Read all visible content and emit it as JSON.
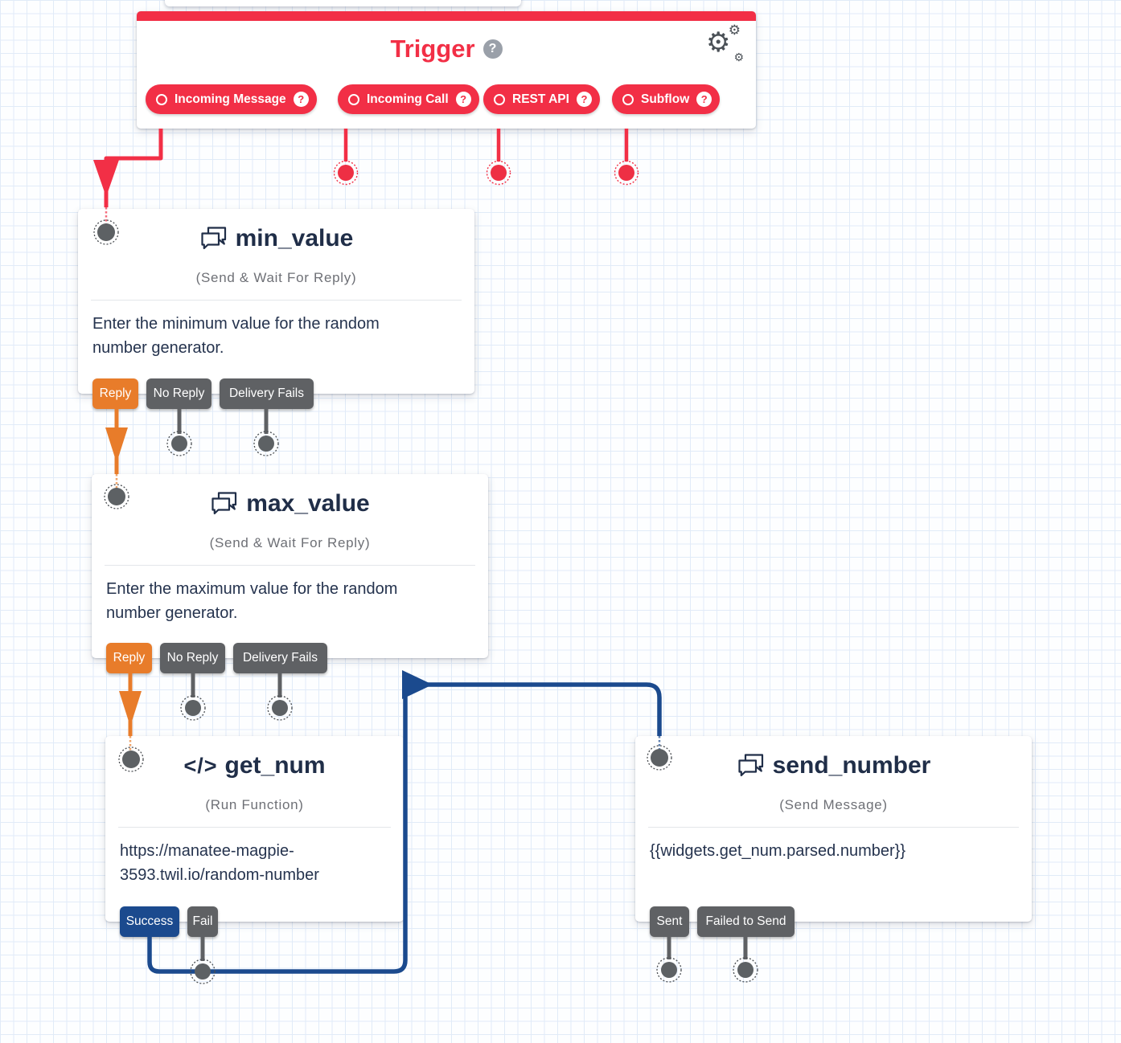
{
  "colors": {
    "red": "#f22f46",
    "orange": "#e87c2a",
    "blue": "#1b4a8e",
    "gray": "#5f6164",
    "navy": "#202e48"
  },
  "trigger": {
    "title": "Trigger",
    "help_glyph": "?",
    "gear_icon": "settings-gears",
    "pills": [
      {
        "label": "Incoming Message",
        "help": "?"
      },
      {
        "label": "Incoming Call",
        "help": "?"
      },
      {
        "label": "REST API",
        "help": "?"
      },
      {
        "label": "Subflow",
        "help": "?"
      }
    ]
  },
  "widgets": {
    "min_value": {
      "name": "min_value",
      "type_label": "(Send & Wait For Reply)",
      "icon": "chat-bubbles-icon",
      "body": "Enter the minimum value for the random number generator.",
      "buttons": [
        {
          "label": "Reply",
          "color": "#e87c2a"
        },
        {
          "label": "No Reply",
          "color": "#5f6164"
        },
        {
          "label": "Delivery Fails",
          "color": "#5f6164"
        }
      ]
    },
    "max_value": {
      "name": "max_value",
      "type_label": "(Send & Wait For Reply)",
      "icon": "chat-bubbles-icon",
      "body": "Enter the maximum value for the random number generator.",
      "buttons": [
        {
          "label": "Reply",
          "color": "#e87c2a"
        },
        {
          "label": "No Reply",
          "color": "#5f6164"
        },
        {
          "label": "Delivery Fails",
          "color": "#5f6164"
        }
      ]
    },
    "get_num": {
      "name": "get_num",
      "type_label": "(Run Function)",
      "icon": "code-icon",
      "body": "https://manatee-magpie-3593.twil.io/random-number",
      "buttons": [
        {
          "label": "Success",
          "color": "#1b4a8e"
        },
        {
          "label": "Fail",
          "color": "#5f6164"
        }
      ]
    },
    "send_number": {
      "name": "send_number",
      "type_label": "(Send Message)",
      "icon": "chat-bubbles-icon",
      "body": "{{widgets.get_num.parsed.number}}",
      "buttons": [
        {
          "label": "Sent",
          "color": "#5f6164"
        },
        {
          "label": "Failed to Send",
          "color": "#5f6164"
        }
      ]
    }
  }
}
